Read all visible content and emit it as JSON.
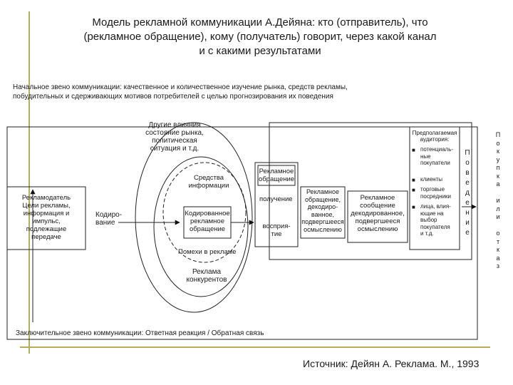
{
  "slide": {
    "title_lines": [
      "Модель рекламной коммуникации А.Дейяна: кто (отправитель), что",
      "(рекламное обращение), кому (получатель) говорит, через какой канал",
      "и с какими результатами"
    ],
    "source": "Источник: Дейян А. Реклама. М., 1993"
  },
  "diagram": {
    "top_text": [
      "Начальное звено коммуникации: качественное и количественное изучение рынка, средств рекламы,",
      "побудительных и сдерживающих мотивов потребителей с целью прогнозирования их поведения"
    ],
    "bottom_text": "Заключительное звено коммуникации: Ответная реакция / Обратная связь",
    "advertiser": [
      "Рекламодатель",
      "Цели рекламы,",
      "информация и",
      "импульс,",
      "подлежащие",
      "передаче"
    ],
    "encoding": [
      "Кодиро-",
      "вание"
    ],
    "other_influences": [
      "Другие влияния",
      "состояние рынка,",
      "политическая",
      "ситуация и т.д."
    ],
    "media": [
      "Средства",
      "информации"
    ],
    "encoded_message": [
      "Кодированное",
      "рекламное",
      "обращение"
    ],
    "noise": "Помехи в рекламе",
    "competitor_ads": [
      "Реклама",
      "конкурентов"
    ],
    "received_message": [
      "Рекламное",
      "обращение"
    ],
    "reception": "получение",
    "perception": [
      "восприя-",
      "тие"
    ],
    "subject_message": [
      "Рекламное",
      "обращение,",
      "декодиро-",
      "ванное,",
      "подвергшееся",
      "осмыслению"
    ],
    "decoded_message": [
      "Рекламное",
      "сообщение",
      "декодированное,",
      "подвергшееся",
      "осмыслению"
    ],
    "audience_title": [
      "Предполагаемая",
      "аудитория:"
    ],
    "audience_items": [
      [
        "потенциаль-",
        "ные",
        "покупатели"
      ],
      [
        "клиенты"
      ],
      [
        "торговые",
        "посредники"
      ],
      [
        "лица, влия-",
        "ющие на",
        "выбор",
        "покупателя",
        "и т.д."
      ]
    ],
    "behavior_vertical": [
      "П",
      "о",
      "в",
      "е",
      "д",
      "е",
      "н",
      "и",
      "е"
    ],
    "purchase_vertical": [
      "П",
      "о",
      "к",
      "у",
      "п",
      "к",
      "а",
      "",
      "и",
      "л",
      "и",
      "",
      "о",
      "т",
      "к",
      "а",
      "з"
    ]
  }
}
